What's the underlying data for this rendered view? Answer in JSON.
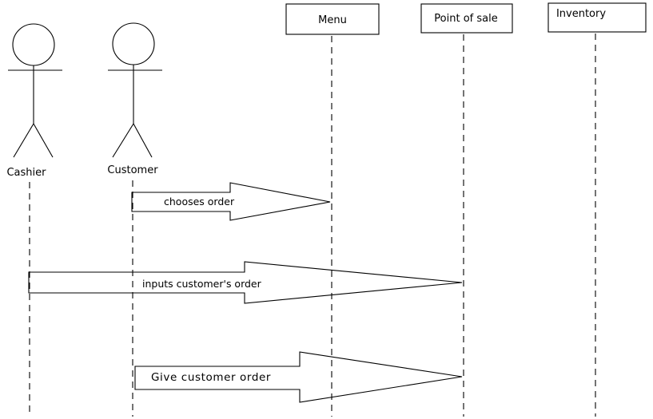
{
  "actors": [
    {
      "id": "cashier",
      "label": "Cashier"
    },
    {
      "id": "customer",
      "label": "Customer"
    }
  ],
  "objects": [
    {
      "id": "menu",
      "label": "Menu"
    },
    {
      "id": "pos",
      "label": "Point of sale"
    },
    {
      "id": "inventory",
      "label": "Inventory"
    }
  ],
  "messages": [
    {
      "from": "customer",
      "to": "menu",
      "label": "chooses order"
    },
    {
      "from": "cashier",
      "to": "pos",
      "label": "inputs customer's order"
    },
    {
      "from": "customer",
      "to": "pos",
      "label": "Give customer order"
    }
  ]
}
